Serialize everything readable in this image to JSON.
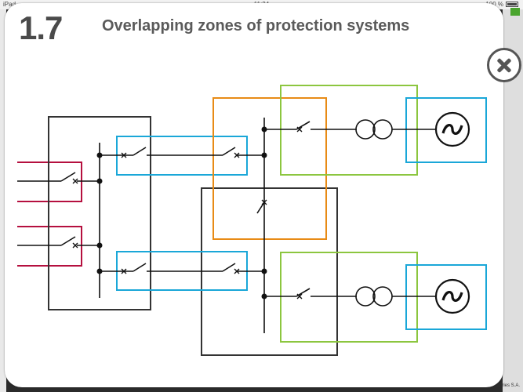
{
  "statusbar": {
    "device": "iPad",
    "time": "11:24",
    "battery": "100 %"
  },
  "header": {
    "section_number": "1.7",
    "title": "Overlapping zones of protection systems"
  },
  "footer": {
    "credit": "dustries S.A."
  },
  "colors": {
    "busbar_zone": "#333333",
    "line_zone": "#1aa7d8",
    "transformer_zone": "#8cc63f",
    "generator_zone": "#1aa7d8",
    "coupler_zone": "#e88b16",
    "feeder_zone": "#b5103f",
    "close_button": "#555555"
  },
  "icons": {
    "close": "close-icon",
    "generator": "generator-symbol",
    "transformer": "transformer-symbol",
    "breaker": "circuit-breaker-symbol"
  }
}
